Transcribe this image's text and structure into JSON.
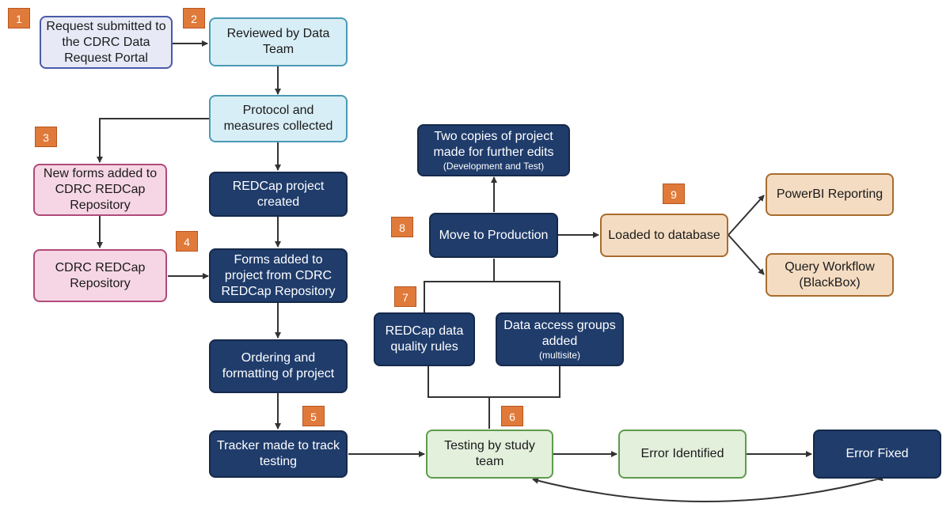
{
  "nodes": {
    "request_submitted": "Request submitted to the CDRC Data Request Portal",
    "reviewed": "Reviewed by Data Team",
    "protocol": "Protocol and measures collected",
    "new_forms": "New forms added to CDRC REDCap Repository",
    "cdrc_repo": "CDRC REDCap Repository",
    "redcap_created": "REDCap project created",
    "forms_added": "Forms added to project from CDRC REDCap Repository",
    "ordering": "Ordering and formatting of project",
    "tracker": "Tracker made to track testing",
    "testing": "Testing by study team",
    "error_identified": "Error Identified",
    "error_fixed": "Error Fixed",
    "quality_rules": "REDCap data quality rules",
    "data_access": "Data access groups added",
    "data_access_sub": "(multisite)",
    "two_copies": "Two copies of project made  for further edits",
    "two_copies_sub": "(Development and Test)",
    "move_production": "Move to Production",
    "loaded_db": "Loaded to database",
    "powerbi": "PowerBI Reporting",
    "query_workflow": "Query Workflow (BlackBox)"
  },
  "badges": [
    "1",
    "2",
    "3",
    "4",
    "5",
    "6",
    "7",
    "8",
    "9"
  ],
  "colors": {
    "navy": "#1f3c6b",
    "light_blue": "#d8eef6",
    "lavender": "#e7e9f6",
    "pink": "#f6d6e4",
    "peach": "#f4dcc2",
    "green": "#e2f0dc",
    "badge": "#e07a3a",
    "arrow": "#333333"
  }
}
